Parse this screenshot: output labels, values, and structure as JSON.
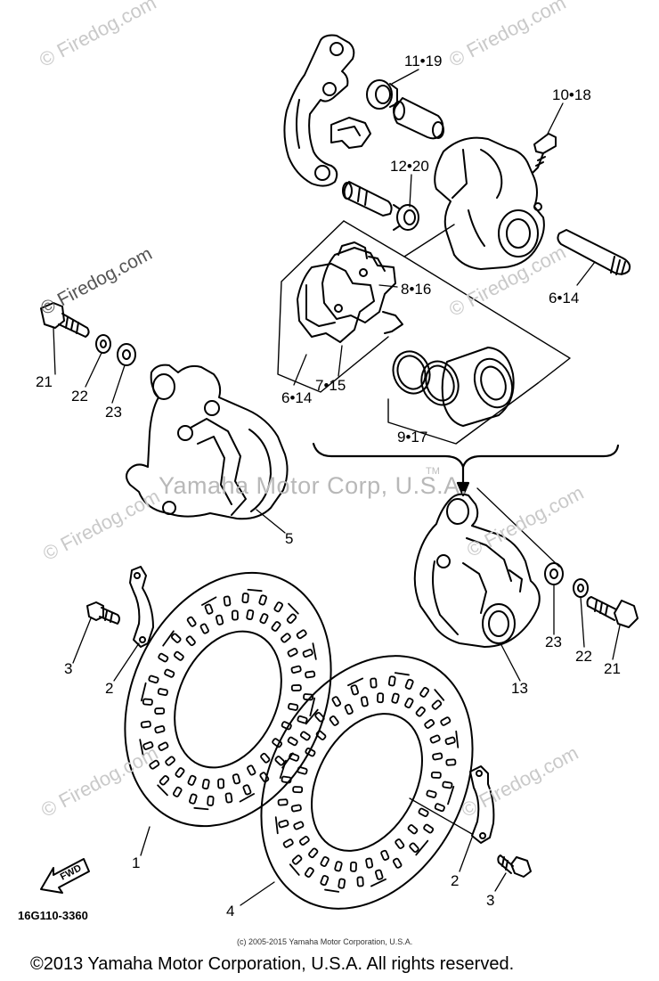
{
  "watermarks": {
    "firedog": "© Firedog.com",
    "center": "Yamaha Motor Corp, U.S.A.",
    "tm": "TM"
  },
  "labels": [
    {
      "id": "11-19",
      "text": "11•19"
    },
    {
      "id": "10-18",
      "text": "10•18"
    },
    {
      "id": "12-20",
      "text": "12•20"
    },
    {
      "id": "8-16",
      "text": "8•16"
    },
    {
      "id": "6-14-right",
      "text": "6•14"
    },
    {
      "id": "7-15",
      "text": "7•15"
    },
    {
      "id": "6-14-left",
      "text": "6•14"
    },
    {
      "id": "9-17",
      "text": "9•17"
    },
    {
      "id": "21-left",
      "text": "21"
    },
    {
      "id": "22-left",
      "text": "22"
    },
    {
      "id": "23-left",
      "text": "23"
    },
    {
      "id": "5",
      "text": "5"
    },
    {
      "id": "3-left",
      "text": "3"
    },
    {
      "id": "2-left",
      "text": "2"
    },
    {
      "id": "1",
      "text": "1"
    },
    {
      "id": "23-right",
      "text": "23"
    },
    {
      "id": "22-right",
      "text": "22"
    },
    {
      "id": "21-right",
      "text": "21"
    },
    {
      "id": "13",
      "text": "13"
    },
    {
      "id": "2-right",
      "text": "2"
    },
    {
      "id": "3-right",
      "text": "3"
    },
    {
      "id": "4",
      "text": "4"
    }
  ],
  "fwd_label": "FWD",
  "diagram_code": "16G110-3360",
  "small_copyright": "(c) 2005-2015 Yamaha Motor Corporation, U.S.A.",
  "footer_copyright": "©2013 Yamaha Motor Corporation, U.S.A. All rights reserved."
}
